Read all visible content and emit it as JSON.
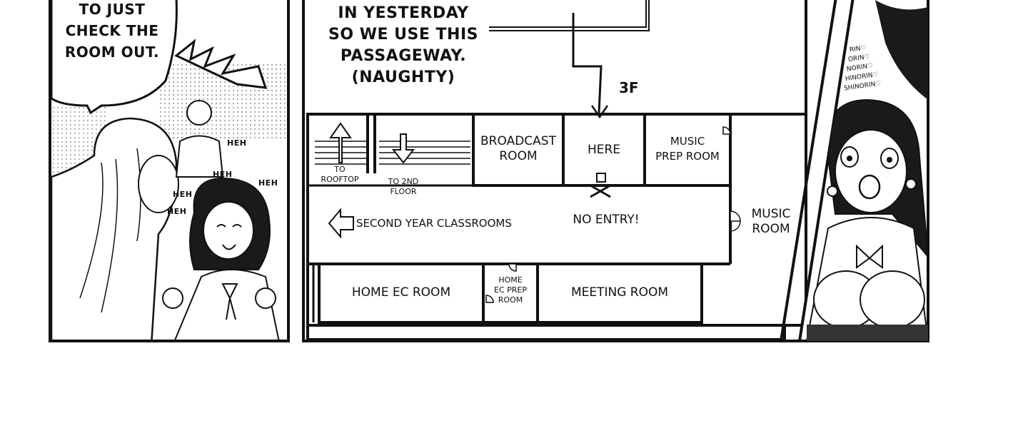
{
  "left_panel": {
    "speech": [
      "TO JUST",
      "CHECK THE",
      "ROOM OUT."
    ],
    "sfx": [
      "HEH",
      "HEH",
      "HEH",
      "HEH",
      "HEH"
    ]
  },
  "mid_panel": {
    "narration": [
      "IN YESTERDAY",
      "SO WE USE THIS",
      "PASSAGEWAY.",
      "(NAUGHTY)"
    ],
    "floor": "3F",
    "rooms": {
      "to_rooftop": [
        "TO",
        "ROOFTOP"
      ],
      "to_2nd_floor": [
        "TO 2ND",
        "FLOOR"
      ],
      "broadcast": [
        "BROADCAST",
        "ROOM"
      ],
      "here": "HERE",
      "music_prep": [
        "MUSIC",
        "PREP ROOM"
      ],
      "second_year": "SECOND YEAR CLASSROOMS",
      "no_entry": "NO ENTRY!",
      "music": [
        "MUSIC",
        "ROOM"
      ],
      "home_ec": "HOME EC ROOM",
      "home_ec_prep": [
        "HOME",
        "EC PREP",
        "ROOM"
      ],
      "meeting": "MEETING ROOM"
    }
  },
  "right_panel": {
    "chant": [
      "RIN♡",
      "ORIN♡",
      "NORIN♡",
      "HINORIN♡",
      "SHINORIN♡"
    ]
  }
}
